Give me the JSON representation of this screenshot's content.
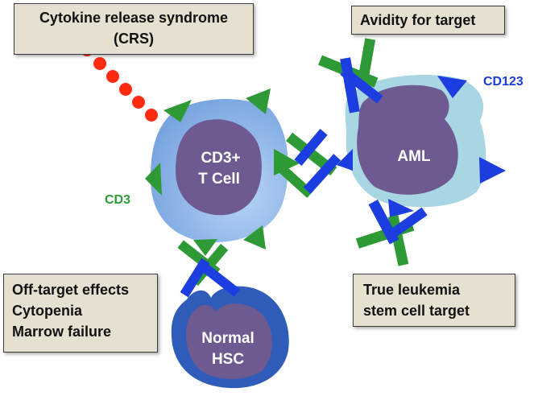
{
  "callouts": {
    "crs": {
      "line1": "Cytokine release syndrome",
      "line2": "(CRS)"
    },
    "avidity": "Avidity for target",
    "offtarget": {
      "line1": "Off-target  effects",
      "line2": "Cytopenia",
      "line3": "Marrow failure"
    },
    "lsc": {
      "line1": "True leukemia",
      "line2": "stem cell  target"
    }
  },
  "cells": {
    "tcell": {
      "line1": "CD3+",
      "line2": "T Cell"
    },
    "aml": "AML",
    "hsc": {
      "line1": "Normal",
      "line2": "HSC"
    }
  },
  "markers": {
    "cd3": "CD3",
    "cd123": "CD123"
  },
  "colors": {
    "tcell_outer": "#8db4e6",
    "tcell_nucleus": "#6e5a90",
    "aml_outer": "#a9d6e3",
    "hsc_outer": "#2f5cb8",
    "cd3_green": "#2e9a36",
    "cd123_blue": "#1c3ee0",
    "crs_dots": "#ff2a10",
    "callout_bg": "#e6e0d0"
  }
}
